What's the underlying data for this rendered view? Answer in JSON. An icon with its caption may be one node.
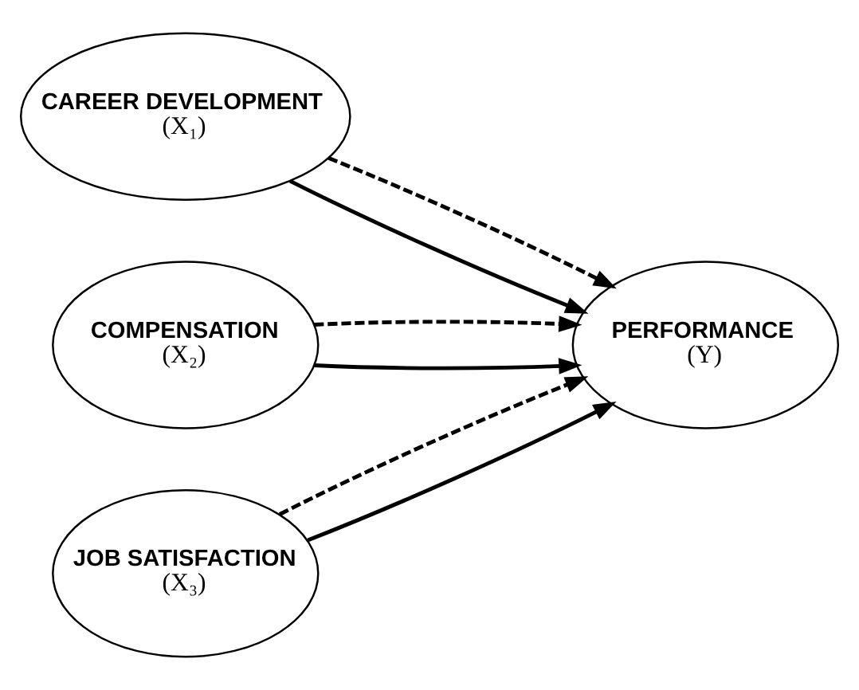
{
  "diagram": {
    "nodes": [
      {
        "text": [
          "CAREER DEVELOPMENT",
          "(X₁)"
        ]
      },
      {
        "text": [
          "COMPENSATION",
          "(X₂)"
        ]
      },
      {
        "text": [
          "JOB SATISFACTION",
          "(X₃)"
        ]
      },
      {
        "text": [
          "PERFORMANCE",
          "(Y)"
        ]
      }
    ],
    "edges": [
      {
        "from": 0,
        "to": 3,
        "arrow": "to"
      },
      {
        "from": 1,
        "to": 3,
        "arrow": "to"
      },
      {
        "from": 2,
        "to": 3,
        "arrow": "to"
      },
      {
        "from": 0,
        "to": 3,
        "arrow": "to",
        "style": "dashed"
      },
      {
        "from": 1,
        "to": 3,
        "arrow": "to",
        "style": "dashed"
      },
      {
        "from": 2,
        "to": 3,
        "arrow": "to",
        "style": "dashed"
      }
    ]
  }
}
